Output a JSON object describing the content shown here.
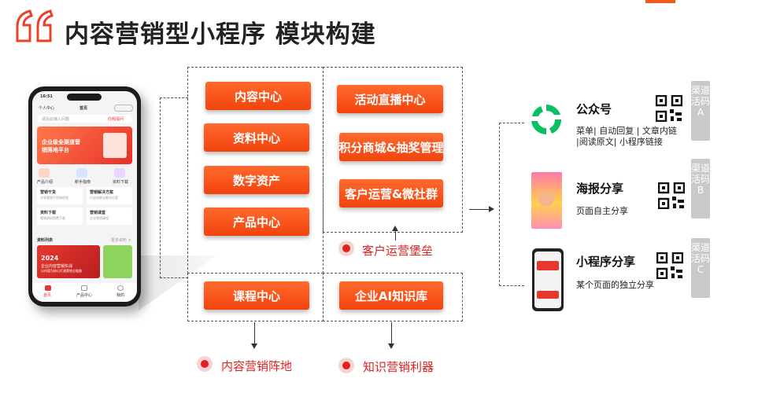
{
  "title": "内容营销型小程序 模块构建",
  "colors": {
    "accent": "#f2430d",
    "target_red": "#e0211f",
    "badge_gray": "#c9c9c9",
    "wechat_green": "#07c160"
  },
  "left_modules": [
    "内容中心",
    "资料中心",
    "数字资产",
    "产品中心"
  ],
  "course_module": "课程中心",
  "right_modules": [
    "活动直播中心",
    "积分商城&抽奖管理",
    "客户运营&微社群"
  ],
  "ai_module": "企业AI知识库",
  "labels": {
    "customer_ops": "客户运营堡垒",
    "content_marketing": "内容营销阵地",
    "knowledge_marketing": "知识营销利器"
  },
  "channels": [
    {
      "title": "公众号",
      "desc_line1": "菜单| 自动回复 | 文章内链",
      "desc_line2": "|阅读原文| 小程序链接",
      "badge": "渠道活码A",
      "icon": "wechat-logo-icon"
    },
    {
      "title": "海报分享",
      "desc_line1": "页面自主分享",
      "desc_line2": "",
      "badge": "渠道活码B",
      "icon": "poster-thumbnail"
    },
    {
      "title": "小程序分享",
      "desc_line1": "某个页面的独立分享",
      "desc_line2": "",
      "badge": "渠道活码C",
      "icon": "phone-thumbnail"
    }
  ],
  "phone": {
    "time": "16:51",
    "nav_left": "个人中心",
    "nav_title": "首页",
    "search_hint": "请在此输入问题",
    "search_button": "向我提问",
    "banner_text_1": "企业级全渠道营",
    "banner_text_2": "销落地平台",
    "quick_items": [
      "产品介绍",
      "新手指南",
      "资料下载"
    ],
    "cards": [
      {
        "title": "营销干货",
        "sub": "分享营销干货和经验"
      },
      {
        "title": "营销解决方案",
        "sub": "行业场景化解决方案"
      },
      {
        "title": "资料下载",
        "sub": "营销资料免费下载"
      },
      {
        "title": "营销课堂",
        "sub": "企业营销课程"
      }
    ],
    "section_title": "资料列表",
    "section_more": "更多资料 >",
    "promo_year": "2024",
    "promo_text": "企业内容营销实战",
    "promo_text_2": "以内容为核心打通营销全链路",
    "tabs": [
      "首页",
      "产品中心",
      "我的"
    ]
  }
}
